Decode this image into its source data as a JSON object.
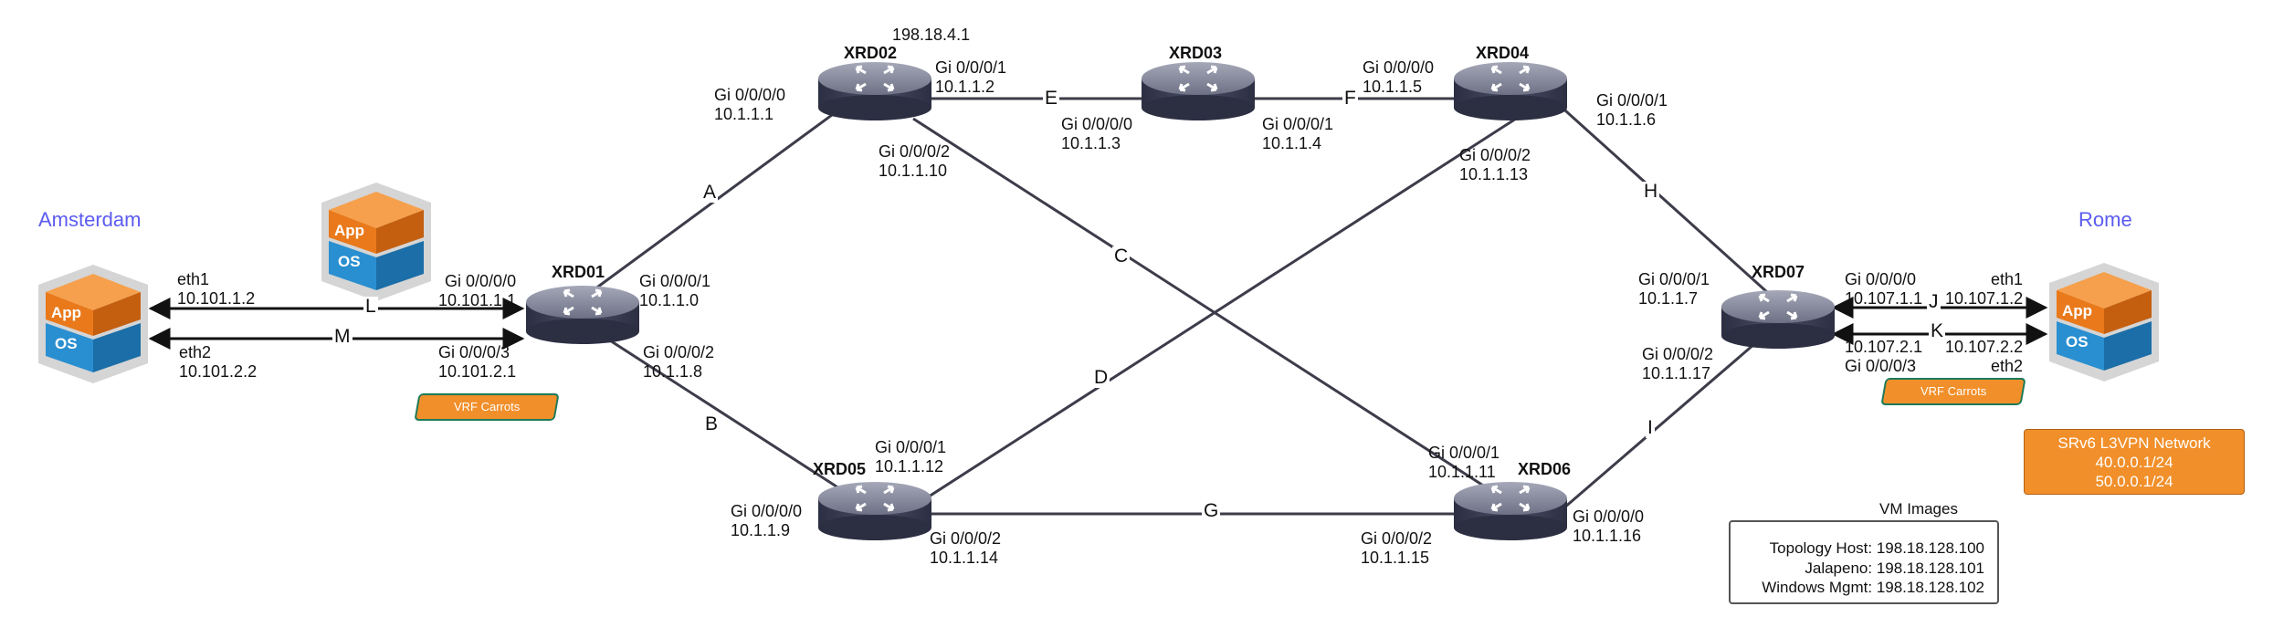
{
  "routers": {
    "xrd01": {
      "name": "XRD01"
    },
    "xrd02": {
      "name": "XRD02",
      "loopback": "198.18.4.1"
    },
    "xrd03": {
      "name": "XRD03"
    },
    "xrd04": {
      "name": "XRD04"
    },
    "xrd05": {
      "name": "XRD05"
    },
    "xrd06": {
      "name": "XRD06"
    },
    "xrd07": {
      "name": "XRD07"
    }
  },
  "sites": {
    "left": "Amsterdam",
    "right": "Rome"
  },
  "vm_icon": {
    "top": "App",
    "bottom": "OS"
  },
  "links": {
    "a": "A",
    "b": "B",
    "c": "C",
    "d": "D",
    "e": "E",
    "f": "F",
    "g": "G",
    "h": "H",
    "i": "I",
    "j": "J",
    "k": "K",
    "l": "L",
    "m": "M"
  },
  "interfaces": {
    "ams_eth1": "eth1\n10.101.1.2",
    "ams_eth2": "eth2\n10.101.2.2",
    "x1_g0": "Gi 0/0/0/0\n10.101.1.1",
    "x1_g3": "Gi 0/0/0/3\n10.101.2.1",
    "x1_g1": "Gi 0/0/0/1\n10.1.1.0",
    "x1_g2": "Gi 0/0/0/2\n10.1.1.8",
    "x2_g0": "Gi 0/0/0/0\n10.1.1.1",
    "x2_g1": "Gi 0/0/0/1\n10.1.1.2",
    "x2_g2": "Gi 0/0/0/2\n10.1.1.10",
    "x3_g0": "Gi 0/0/0/0\n10.1.1.3",
    "x3_g1": "Gi 0/0/0/1\n10.1.1.4",
    "x4_g0": "Gi 0/0/0/0\n10.1.1.5",
    "x4_g1": "Gi 0/0/0/1\n10.1.1.6",
    "x4_g2": "Gi 0/0/0/2\n10.1.1.13",
    "x5_g1": "Gi 0/0/0/1\n10.1.1.12",
    "x5_g0": "Gi 0/0/0/0\n10.1.1.9",
    "x5_g2": "Gi 0/0/0/2\n10.1.1.14",
    "x6_g1": "Gi 0/0/0/1\n10.1.1.11",
    "x6_g2": "Gi 0/0/0/2\n10.1.1.15",
    "x6_g0": "Gi 0/0/0/0\n10.1.1.16",
    "x7_g1": "Gi 0/0/0/1\n10.1.1.7",
    "x7_g2": "Gi 0/0/0/2\n10.1.1.17",
    "x7_g0": "Gi 0/0/0/0\n10.107.1.1",
    "x7_g3": "10.107.2.1\nGi 0/0/0/3",
    "rome_eth1": "eth1\n10.107.1.2",
    "rome_eth2": "10.107.2.2\neth2"
  },
  "vrf": {
    "left": "VRF Carrots",
    "right": "VRF Carrots"
  },
  "srv6": {
    "title": "SRv6 L3VPN Network",
    "prefix1": "40.0.0.1/24",
    "prefix2": "50.0.0.1/24"
  },
  "vm_images": {
    "title": "VM Images",
    "rows": [
      "Topology Host: 198.18.128.100",
      "Jalapeno: 198.18.128.101",
      "Windows Mgmt: 198.18.128.102"
    ]
  },
  "colors": {
    "link": "#3c3c4a",
    "router_top": "#8a8d9e",
    "router_body": "#3a3d52",
    "site": "#5b5bf0",
    "vrf": "#f18f2a",
    "app": "#f08a24",
    "os": "#2a8fd0"
  }
}
